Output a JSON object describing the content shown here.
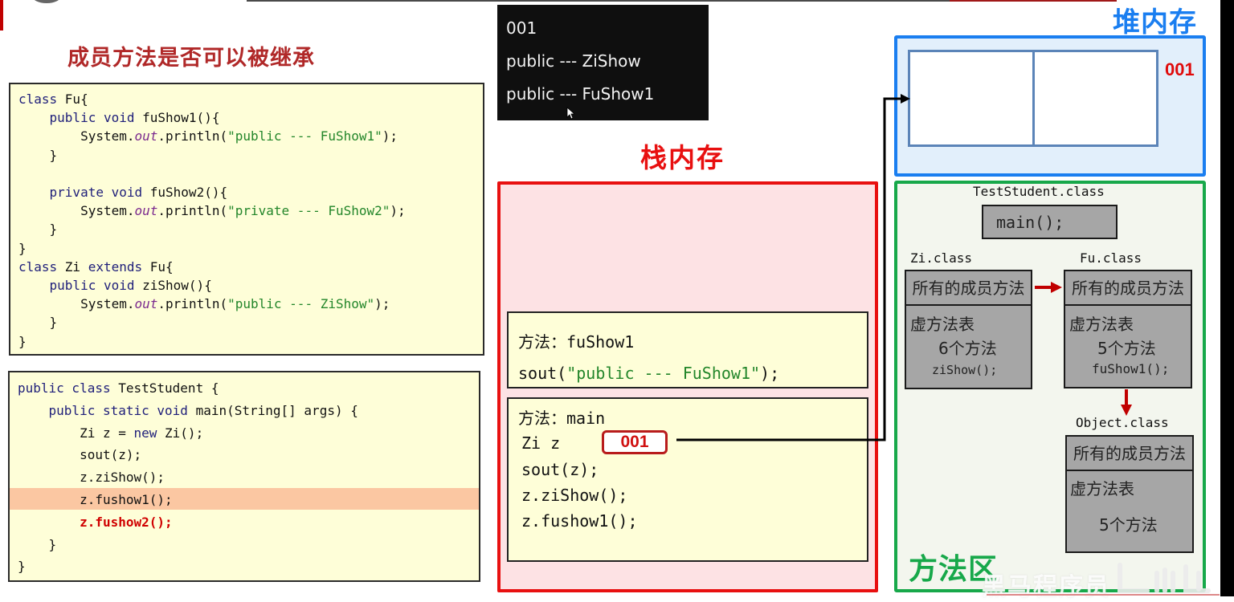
{
  "slide": {
    "title": "成员方法是否可以被继承"
  },
  "code_classes": {
    "lines": [
      [
        {
          "t": "class ",
          "c": "kw"
        },
        {
          "t": "Fu{",
          "c": ""
        }
      ],
      [
        {
          "t": "    public void ",
          "c": "kw"
        },
        {
          "t": "fuShow1(){",
          "c": ""
        }
      ],
      [
        {
          "t": "        System.",
          "c": ""
        },
        {
          "t": "out",
          "c": "fld"
        },
        {
          "t": ".println(",
          "c": ""
        },
        {
          "t": "\"public --- FuShow1\"",
          "c": "str"
        },
        {
          "t": ");",
          "c": ""
        }
      ],
      [
        {
          "t": "    }",
          "c": ""
        }
      ],
      [
        {
          "t": "",
          "c": ""
        }
      ],
      [
        {
          "t": "    private void ",
          "c": "kw"
        },
        {
          "t": "fuShow2(){",
          "c": ""
        }
      ],
      [
        {
          "t": "        System.",
          "c": ""
        },
        {
          "t": "out",
          "c": "fld"
        },
        {
          "t": ".println(",
          "c": ""
        },
        {
          "t": "\"private --- FuShow2\"",
          "c": "str"
        },
        {
          "t": ");",
          "c": ""
        }
      ],
      [
        {
          "t": "    }",
          "c": ""
        }
      ],
      [
        {
          "t": "}",
          "c": ""
        }
      ],
      [
        {
          "t": "class ",
          "c": "kw"
        },
        {
          "t": "Zi ",
          "c": ""
        },
        {
          "t": "extends ",
          "c": "kw"
        },
        {
          "t": "Fu{",
          "c": ""
        }
      ],
      [
        {
          "t": "    public void ",
          "c": "kw"
        },
        {
          "t": "ziShow(){",
          "c": ""
        }
      ],
      [
        {
          "t": "        System.",
          "c": ""
        },
        {
          "t": "out",
          "c": "fld"
        },
        {
          "t": ".println(",
          "c": ""
        },
        {
          "t": "\"public --- ZiShow\"",
          "c": "str"
        },
        {
          "t": ");",
          "c": ""
        }
      ],
      [
        {
          "t": "    }",
          "c": ""
        }
      ],
      [
        {
          "t": "}",
          "c": ""
        }
      ]
    ]
  },
  "code_main": {
    "highlighted_line": 5,
    "lines": [
      [
        {
          "t": "public class ",
          "c": "kw"
        },
        {
          "t": "TestStudent {",
          "c": ""
        }
      ],
      [
        {
          "t": "    public static void ",
          "c": "kw"
        },
        {
          "t": "main(String[] args) {",
          "c": ""
        }
      ],
      [
        {
          "t": "        Zi z = ",
          "c": ""
        },
        {
          "t": "new ",
          "c": "kw"
        },
        {
          "t": "Zi();",
          "c": ""
        }
      ],
      [
        {
          "t": "        sout(z);",
          "c": ""
        }
      ],
      [
        {
          "t": "        z.ziShow();",
          "c": ""
        }
      ],
      [
        {
          "t": "        z.fushow1();",
          "c": ""
        }
      ],
      [
        {
          "t": "        z.fushow2();",
          "c": "err"
        }
      ],
      [
        {
          "t": "    }",
          "c": ""
        }
      ],
      [
        {
          "t": "}",
          "c": ""
        }
      ]
    ]
  },
  "console": {
    "lines": [
      "001",
      "public --- ZiShow",
      "public --- FuShow1"
    ]
  },
  "stack": {
    "title": "栈内存",
    "frame_fushow1": {
      "header": "方法：fuShow1",
      "stmt_prefix": "sout(",
      "stmt_string": "\"public --- FuShow1\"",
      "stmt_suffix": ");"
    },
    "frame_main": {
      "header": "方法：main",
      "var_decl": "Zi z",
      "ref_value": "001",
      "lines": [
        "sout(z);",
        "z.ziShow();",
        "z.fushow1();"
      ]
    }
  },
  "heap": {
    "title": "堆内存",
    "address": "001"
  },
  "method_area": {
    "title": "方法区",
    "test_student": {
      "label": "TestStudent.class",
      "method": "main();"
    },
    "zi": {
      "label": "Zi.class",
      "members": "所有的成员方法",
      "vtable_title": "虚方法表",
      "count": "6个方法",
      "method": "ziShow();"
    },
    "fu": {
      "label": "Fu.class",
      "members": "所有的成员方法",
      "vtable_title": "虚方法表",
      "count": "5个方法",
      "method": "fuShow1();"
    },
    "object": {
      "label": "Object.class",
      "members": "所有的成员方法",
      "vtable_title": "虚方法表",
      "count": "5个方法"
    }
  },
  "watermark": {
    "text": "黑马程序员",
    "logo": "bilibili"
  },
  "colors": {
    "stack_border": "#e81010",
    "heap_border": "#1a7ef0",
    "method_area_border": "#17a84a",
    "title_red": "#b02828",
    "highlight_row": "#fbc7a2"
  }
}
